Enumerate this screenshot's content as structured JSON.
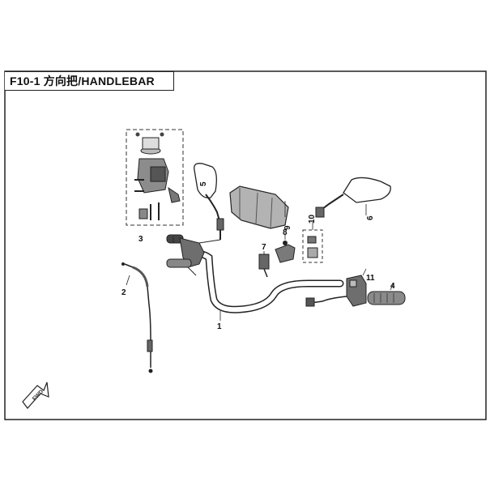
{
  "header": {
    "title": "F10-1 方向把/HANDLEBAR"
  },
  "parts": [
    {
      "id": "1",
      "name": "handlebar"
    },
    {
      "id": "2",
      "name": "throttle-cable"
    },
    {
      "id": "3",
      "name": "brake-master-cylinder-assembly"
    },
    {
      "id": "4",
      "name": "grip"
    },
    {
      "id": "5",
      "name": "left-mirror"
    },
    {
      "id": "6",
      "name": "right-mirror"
    },
    {
      "id": "7",
      "name": "connector"
    },
    {
      "id": "8",
      "name": "switch"
    },
    {
      "id": "9",
      "name": "handlebar-pad"
    },
    {
      "id": "10",
      "name": "clamp-set"
    },
    {
      "id": "11",
      "name": "right-switch-housing"
    }
  ],
  "direction_badge": "FWD",
  "colors": {
    "line": "#222222",
    "fill_gray": "#9a9a9a",
    "fill_dark": "#555555",
    "background": "#ffffff"
  }
}
